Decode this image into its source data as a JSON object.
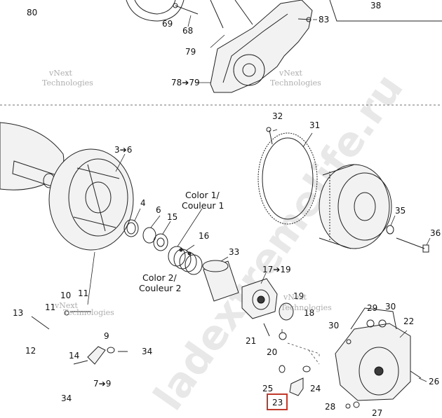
{
  "callouts": {
    "c80": "80",
    "c69": "69",
    "c68": "68",
    "c79": "79",
    "c83": "83",
    "c38": "38",
    "c78_79": "78➔79",
    "c32": "32",
    "c31": "31",
    "c3_6": "3➔6",
    "c4": "4",
    "c6": "6",
    "c15": "15",
    "c16": "16",
    "c33": "33",
    "c35": "35",
    "c36": "36",
    "c17_19": "17➔19",
    "c19": "19",
    "c18": "18",
    "c10": "10",
    "c11a": "11",
    "c11b": "11",
    "c13": "13",
    "c12": "12",
    "c9": "9",
    "c34a": "34",
    "c14": "14",
    "c7_9": "7➔9",
    "c34b": "34",
    "c21": "21",
    "c20": "20",
    "c25": "25",
    "c24": "24",
    "c23": "23",
    "c29": "29",
    "c30a": "30",
    "c30b": "30",
    "c22": "22",
    "c26": "26",
    "c28": "28",
    "c27": "27"
  },
  "notes": {
    "color1_line1": "Color 1/",
    "color1_line2": "Couleur 1",
    "color2_line1": "Color 2/",
    "color2_line2": "Couleur 2"
  },
  "watermarks": {
    "vnext_line1": "vNext",
    "vnext_line2": "Technologies",
    "site": "ladextremelife.ru"
  },
  "highlight_color": "#c0392b"
}
